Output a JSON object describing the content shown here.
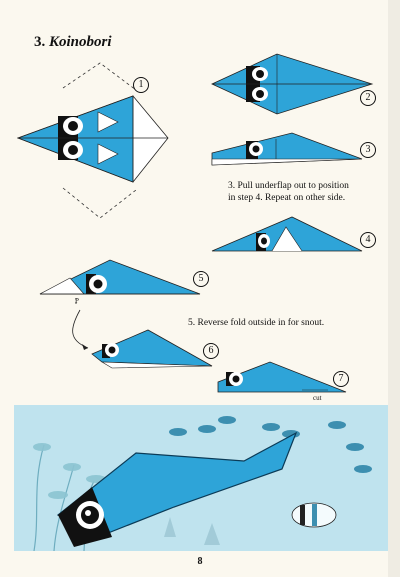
{
  "title": {
    "number": "3.",
    "name": "Koinobori"
  },
  "steps": [
    {
      "label": "1"
    },
    {
      "label": "2"
    },
    {
      "label": "3"
    },
    {
      "label": "4"
    },
    {
      "label": "5"
    },
    {
      "label": "6"
    },
    {
      "label": "7"
    }
  ],
  "notes": {
    "step3_line1": "3.   Pull underflap out to position",
    "step3_line2": "in step 4. Repeat on other side.",
    "step5": "5.   Reverse fold outside in for snout."
  },
  "labels": {
    "cut": "cut",
    "p": "P"
  },
  "page_number": "8",
  "colors": {
    "fish_blue": "#2ea4d8",
    "dark": "#101010",
    "water": "#bfe3ee",
    "paper": "#fbf8ef"
  }
}
